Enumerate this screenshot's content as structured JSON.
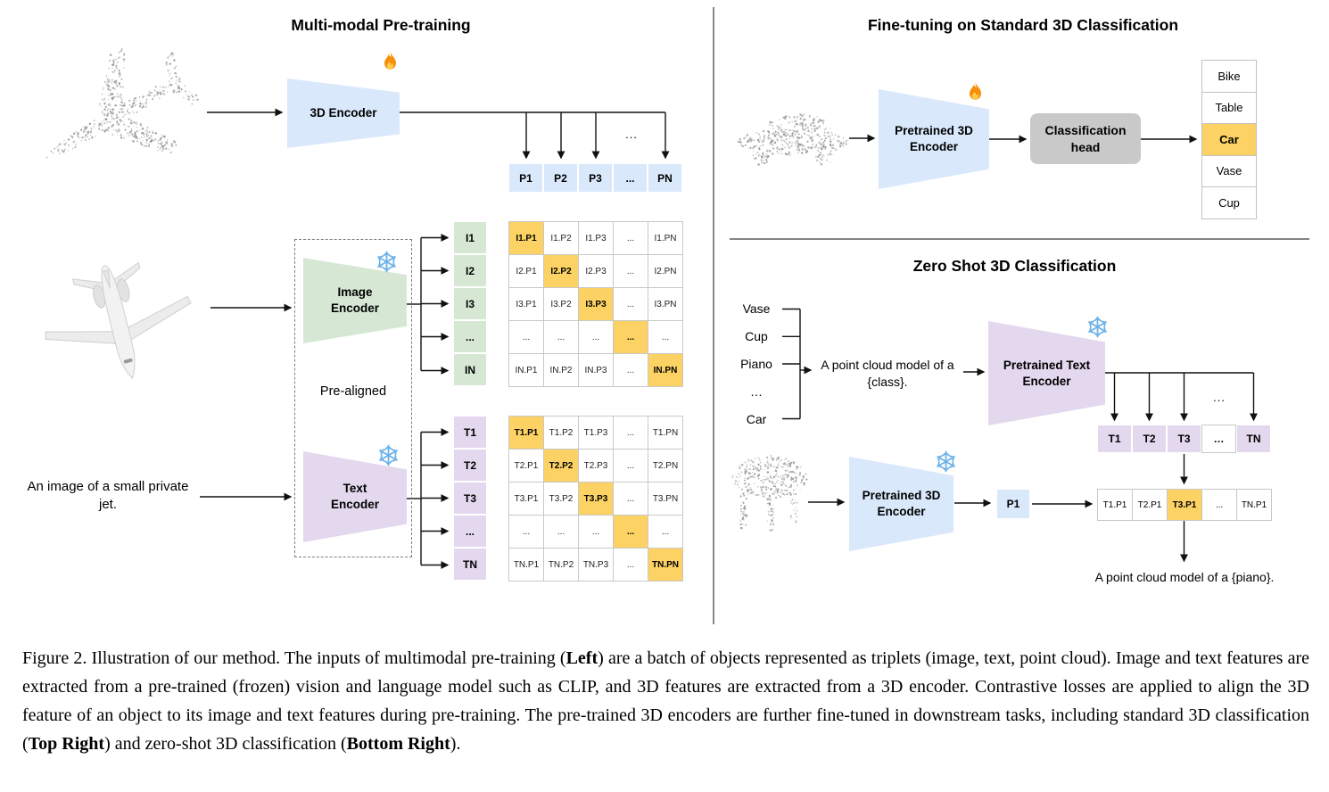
{
  "left_panel": {
    "title": "Multi-modal Pre-training",
    "pre_aligned_label": "Pre-aligned",
    "input_caption": "An image of a small private jet.",
    "encoder_3d_label": "3D Encoder",
    "image_encoder_label": "Image Encoder",
    "text_encoder_label": "Text Encoder",
    "p_row": [
      "P1",
      "P2",
      "P3",
      "...",
      "PN"
    ],
    "p_dots": "...",
    "i_column": [
      "I1",
      "I2",
      "I3",
      "...",
      "IN"
    ],
    "t_column": [
      "T1",
      "T2",
      "T3",
      "...",
      "TN"
    ],
    "ip_matrix": [
      [
        "I1.P1",
        "I1.P2",
        "I1.P3",
        "...",
        "I1.PN"
      ],
      [
        "I2.P1",
        "I2.P2",
        "I2.P3",
        "...",
        "I2.PN"
      ],
      [
        "I3.P1",
        "I3.P2",
        "I3.P3",
        "...",
        "I3.PN"
      ],
      [
        "...",
        "...",
        "...",
        "...",
        "..."
      ],
      [
        "IN.P1",
        "IN.P2",
        "IN.P3",
        "...",
        "IN.PN"
      ]
    ],
    "tp_matrix": [
      [
        "T1.P1",
        "T1.P2",
        "T1.P3",
        "...",
        "T1.PN"
      ],
      [
        "T2.P1",
        "T2.P2",
        "T2.P3",
        "...",
        "T2.PN"
      ],
      [
        "T3.P1",
        "T3.P2",
        "T3.P3",
        "...",
        "T3.PN"
      ],
      [
        "...",
        "...",
        "...",
        "...",
        "..."
      ],
      [
        "TN.P1",
        "TN.P2",
        "TN.P3",
        "...",
        "TN.PN"
      ]
    ]
  },
  "fine_tuning": {
    "title": "Fine-tuning on Standard 3D Classification",
    "encoder_label": "Pretrained 3D Encoder",
    "head_label": "Classification head",
    "classes": [
      "Bike",
      "Table",
      "Car",
      "Vase",
      "Cup"
    ],
    "highlighted_class": "Car",
    "highlighted_class_index": 2
  },
  "zero_shot": {
    "title": "Zero Shot 3D Classification",
    "class_words": [
      "Vase",
      "Cup",
      "Piano",
      "…",
      "Car"
    ],
    "prompt_text": "A point cloud model of a {class}.",
    "text_encoder_label": "Pretrained Text Encoder",
    "encoder_3d_label": "Pretrained 3D Encoder",
    "t_row": [
      "T1",
      "T2",
      "T3",
      "…",
      "TN"
    ],
    "t_row_plain_index": 3,
    "t_dots": "...",
    "p_cell": "P1",
    "result_row": [
      "T1.P1",
      "T2.P1",
      "T3.P1",
      "...",
      "TN.P1"
    ],
    "result_highlight_index": 2,
    "output_text": "A point cloud model of a {piano}."
  },
  "icons": {
    "trainable": "fire-icon",
    "frozen": "snowflake-icon"
  },
  "caption": {
    "segments": [
      {
        "text": "Figure 2. Illustration of our method. The inputs of multimodal pre-training ("
      },
      {
        "text": "Left",
        "bold": true
      },
      {
        "text": ") are a batch of objects represented as triplets (image, text, point cloud). Image and text features are extracted from a pre-trained (frozen) vision and language model such as CLIP, and 3D features are extracted from a 3D encoder. Contrastive losses are applied to align the 3D feature of an object to its image and text features during pre-training. The pre-trained 3D encoders are further fine-tuned in downstream tasks, including standard 3D classification ("
      },
      {
        "text": "Top Right",
        "bold": true
      },
      {
        "text": ") and zero-shot 3D classification ("
      },
      {
        "text": "Bottom Right",
        "bold": true
      },
      {
        "text": ")."
      }
    ]
  },
  "colors": {
    "encoder_blue": "#d9e8fb",
    "encoder_green": "#d6e8d4",
    "encoder_purple": "#e3d8ee",
    "cell_highlight": "#fbd263",
    "head_gray": "#c9c9c9"
  }
}
